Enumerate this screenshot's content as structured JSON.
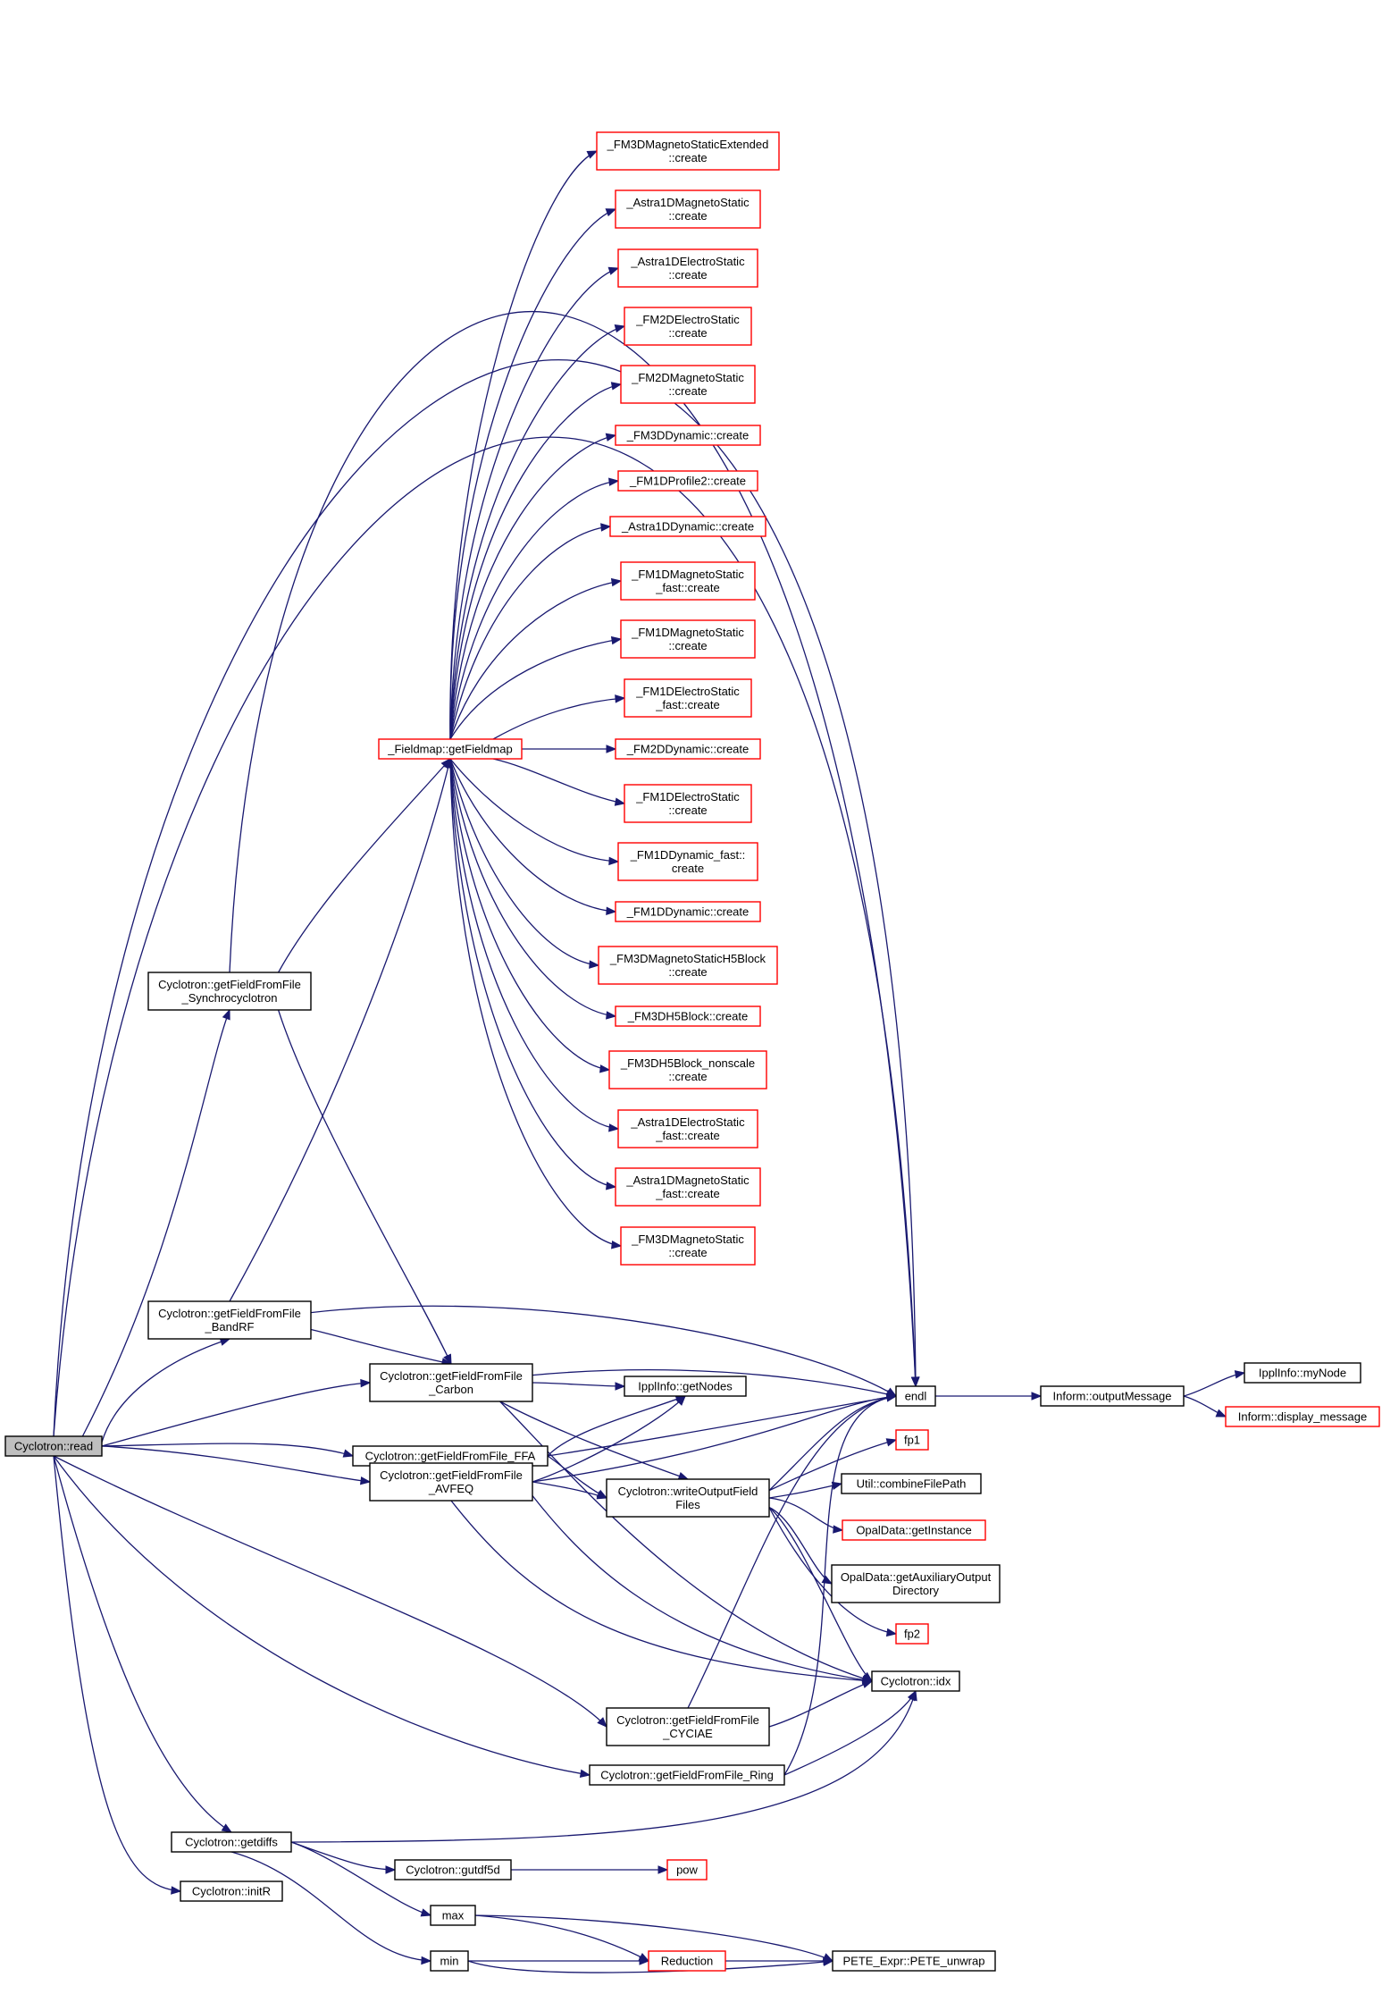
{
  "diagram": {
    "type": "call-graph",
    "colors": {
      "edge": "#191970",
      "node_border_normal": "#000000",
      "node_border_truncated": "#ff0000",
      "root_fill": "#bfbfbf",
      "node_fill": "#ffffff"
    },
    "nodes": [
      {
        "id": "read",
        "lines": [
          "Cyclotron::read"
        ],
        "style": "root"
      },
      {
        "id": "getSync",
        "lines": [
          "Cyclotron::getFieldFromFile",
          "_Synchrocyclotron"
        ],
        "style": "normal"
      },
      {
        "id": "getBand",
        "lines": [
          "Cyclotron::getFieldFromFile",
          "_BandRF"
        ],
        "style": "normal"
      },
      {
        "id": "getCarbon",
        "lines": [
          "Cyclotron::getFieldFromFile",
          "_Carbon"
        ],
        "style": "normal"
      },
      {
        "id": "getFFA",
        "lines": [
          "Cyclotron::getFieldFromFile_FFA"
        ],
        "style": "normal"
      },
      {
        "id": "getAVFEQ",
        "lines": [
          "Cyclotron::getFieldFromFile",
          "_AVFEQ"
        ],
        "style": "normal"
      },
      {
        "id": "getCYCIAE",
        "lines": [
          "Cyclotron::getFieldFromFile",
          "_CYCIAE"
        ],
        "style": "normal"
      },
      {
        "id": "getRing",
        "lines": [
          "Cyclotron::getFieldFromFile_Ring"
        ],
        "style": "normal"
      },
      {
        "id": "getdiffs",
        "lines": [
          "Cyclotron::getdiffs"
        ],
        "style": "normal"
      },
      {
        "id": "initR",
        "lines": [
          "Cyclotron::initR"
        ],
        "style": "normal"
      },
      {
        "id": "getFieldmap",
        "lines": [
          "_Fieldmap::getFieldmap"
        ],
        "style": "truncated"
      },
      {
        "id": "c1",
        "lines": [
          "_FM3DMagnetoStaticExtended",
          "::create"
        ],
        "style": "truncated"
      },
      {
        "id": "c2",
        "lines": [
          "_Astra1DMagnetoStatic",
          "::create"
        ],
        "style": "truncated"
      },
      {
        "id": "c3",
        "lines": [
          "_Astra1DElectroStatic",
          "::create"
        ],
        "style": "truncated"
      },
      {
        "id": "c4",
        "lines": [
          "_FM2DElectroStatic",
          "::create"
        ],
        "style": "truncated"
      },
      {
        "id": "c5",
        "lines": [
          "_FM2DMagnetoStatic",
          "::create"
        ],
        "style": "truncated"
      },
      {
        "id": "c6",
        "lines": [
          "_FM3DDynamic::create"
        ],
        "style": "truncated"
      },
      {
        "id": "c7",
        "lines": [
          "_FM1DProfile2::create"
        ],
        "style": "truncated"
      },
      {
        "id": "c8",
        "lines": [
          "_Astra1DDynamic::create"
        ],
        "style": "truncated"
      },
      {
        "id": "c9",
        "lines": [
          "_FM1DMagnetoStatic",
          "_fast::create"
        ],
        "style": "truncated"
      },
      {
        "id": "c10",
        "lines": [
          "_FM1DMagnetoStatic",
          "::create"
        ],
        "style": "truncated"
      },
      {
        "id": "c11",
        "lines": [
          "_FM1DElectroStatic",
          "_fast::create"
        ],
        "style": "truncated"
      },
      {
        "id": "c12",
        "lines": [
          "_FM2DDynamic::create"
        ],
        "style": "truncated"
      },
      {
        "id": "c13",
        "lines": [
          "_FM1DElectroStatic",
          "::create"
        ],
        "style": "truncated"
      },
      {
        "id": "c14",
        "lines": [
          "_FM1DDynamic_fast::",
          "create"
        ],
        "style": "truncated"
      },
      {
        "id": "c15",
        "lines": [
          "_FM1DDynamic::create"
        ],
        "style": "truncated"
      },
      {
        "id": "c16",
        "lines": [
          "_FM3DMagnetoStaticH5Block",
          "::create"
        ],
        "style": "truncated"
      },
      {
        "id": "c17",
        "lines": [
          "_FM3DH5Block::create"
        ],
        "style": "truncated"
      },
      {
        "id": "c18",
        "lines": [
          "_FM3DH5Block_nonscale",
          "::create"
        ],
        "style": "truncated"
      },
      {
        "id": "c19",
        "lines": [
          "_Astra1DElectroStatic",
          "_fast::create"
        ],
        "style": "truncated"
      },
      {
        "id": "c20",
        "lines": [
          "_Astra1DMagnetoStatic",
          "_fast::create"
        ],
        "style": "truncated"
      },
      {
        "id": "c21",
        "lines": [
          "_FM3DMagnetoStatic",
          "::create"
        ],
        "style": "truncated"
      },
      {
        "id": "getNodes",
        "lines": [
          "IpplInfo::getNodes"
        ],
        "style": "normal"
      },
      {
        "id": "writeOut",
        "lines": [
          "Cyclotron::writeOutputField",
          "Files"
        ],
        "style": "normal"
      },
      {
        "id": "endl",
        "lines": [
          "endl"
        ],
        "style": "normal"
      },
      {
        "id": "outMsg",
        "lines": [
          "Inform::outputMessage"
        ],
        "style": "normal"
      },
      {
        "id": "myNode",
        "lines": [
          "IpplInfo::myNode"
        ],
        "style": "normal"
      },
      {
        "id": "dispMsg",
        "lines": [
          "Inform::display_message"
        ],
        "style": "truncated"
      },
      {
        "id": "fp1",
        "lines": [
          "fp1"
        ],
        "style": "truncated"
      },
      {
        "id": "combine",
        "lines": [
          "Util::combineFilePath"
        ],
        "style": "normal"
      },
      {
        "id": "getInst",
        "lines": [
          "OpalData::getInstance"
        ],
        "style": "truncated"
      },
      {
        "id": "getAux",
        "lines": [
          "OpalData::getAuxiliaryOutput",
          "Directory"
        ],
        "style": "normal"
      },
      {
        "id": "fp2",
        "lines": [
          "fp2"
        ],
        "style": "truncated"
      },
      {
        "id": "idx",
        "lines": [
          "Cyclotron::idx"
        ],
        "style": "normal"
      },
      {
        "id": "gutdf5d",
        "lines": [
          "Cyclotron::gutdf5d"
        ],
        "style": "normal"
      },
      {
        "id": "pow",
        "lines": [
          "pow"
        ],
        "style": "truncated"
      },
      {
        "id": "max",
        "lines": [
          "max"
        ],
        "style": "normal"
      },
      {
        "id": "min",
        "lines": [
          "min"
        ],
        "style": "normal"
      },
      {
        "id": "reduction",
        "lines": [
          "Reduction"
        ],
        "style": "truncated"
      },
      {
        "id": "pete",
        "lines": [
          "PETE_Expr::PETE_unwrap"
        ],
        "style": "normal"
      }
    ]
  }
}
